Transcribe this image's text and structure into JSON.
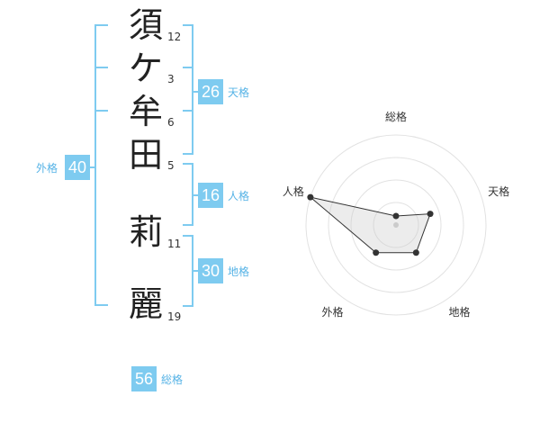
{
  "name": {
    "chars": [
      {
        "char": "須",
        "strokes": "12"
      },
      {
        "char": "ケ",
        "strokes": "3"
      },
      {
        "char": "牟",
        "strokes": "6"
      },
      {
        "char": "田",
        "strokes": "5"
      },
      {
        "char": "莉",
        "strokes": "11"
      },
      {
        "char": "麗",
        "strokes": "19"
      }
    ]
  },
  "fortunes": {
    "tenkaku": {
      "value": "26",
      "label": "天格"
    },
    "jinkaku": {
      "value": "16",
      "label": "人格"
    },
    "chikaku": {
      "value": "30",
      "label": "地格"
    },
    "gaikaku": {
      "value": "40",
      "label": "外格"
    },
    "soukaku": {
      "value": "56",
      "label": "総格"
    }
  },
  "colors": {
    "accent": "#7ecbf0",
    "label": "#56b3e6",
    "bracket": "#7ecbf0"
  },
  "chart_data": {
    "type": "radar",
    "axes": [
      "総格",
      "天格",
      "地格",
      "外格",
      "人格"
    ],
    "values": [
      0.1,
      0.4,
      0.38,
      0.38,
      1.0
    ],
    "rings": 4,
    "range": [
      0,
      1
    ]
  }
}
